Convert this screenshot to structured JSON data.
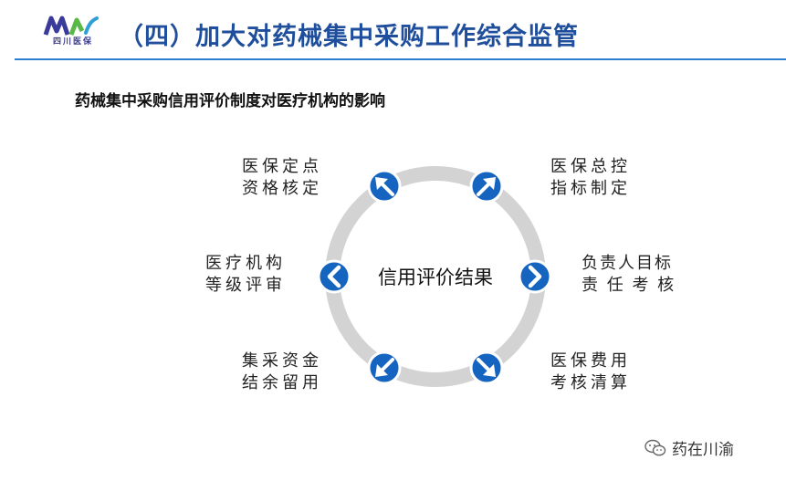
{
  "header": {
    "logo_text": "四川医保",
    "title": "（四）加大对药械集中采购工作综合监管"
  },
  "slide": {
    "subtitle": "药械集中采购信用评价制度对医疗机构的影响"
  },
  "diagram": {
    "center": "信用评价结果",
    "nodes": [
      {
        "line1": "医保定点",
        "line2": "资格核定",
        "icon": "arrow-up-left"
      },
      {
        "line1": "医保总控",
        "line2": "指标制定",
        "icon": "arrow-up-right"
      },
      {
        "line1": "医疗机构",
        "line2": "等级评审",
        "icon": "chevron-left"
      },
      {
        "line1": "负责人目标",
        "line2": "责 任 考 核",
        "icon": "chevron-right"
      },
      {
        "line1": "集采资金",
        "line2": "结余留用",
        "icon": "arrow-down-left"
      },
      {
        "line1": "医保费用",
        "line2": "考核清算",
        "icon": "arrow-down-right"
      }
    ],
    "colors": {
      "ring": "#d3d3d3",
      "node": "#1565c0",
      "node_border": "#ffffff"
    }
  },
  "watermark": {
    "text": "药在川渝",
    "icon": "wechat-icon"
  }
}
